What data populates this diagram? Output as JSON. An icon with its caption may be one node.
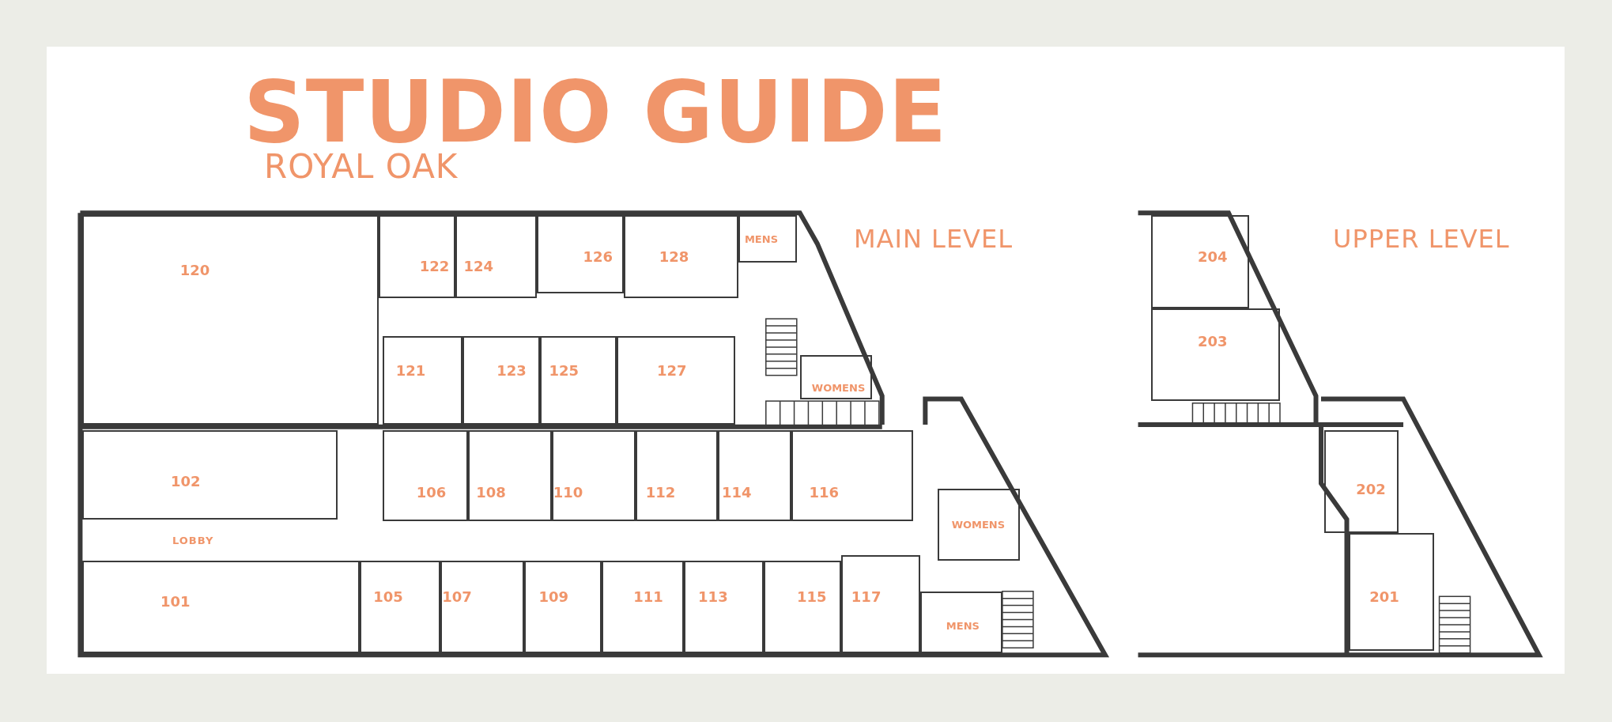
{
  "diagram": {
    "title": "STUDIO GUIDE",
    "nodes": [
      {
        "text": [
          "120"
        ]
      },
      {
        "text": [
          "122"
        ]
      },
      {
        "text": [
          "124"
        ]
      },
      {
        "text": [
          "126"
        ]
      },
      {
        "text": [
          "128"
        ]
      },
      {
        "text": [
          "MENS"
        ]
      },
      {
        "text": [
          "121"
        ]
      },
      {
        "text": [
          "123"
        ]
      },
      {
        "text": [
          "125"
        ]
      },
      {
        "text": [
          "127"
        ]
      },
      {
        "text": [
          "WOMENS"
        ]
      },
      {
        "text": [
          "102"
        ]
      },
      {
        "text": [
          "106"
        ]
      },
      {
        "text": [
          "108"
        ]
      },
      {
        "text": [
          "110"
        ]
      },
      {
        "text": [
          "112"
        ]
      },
      {
        "text": [
          "114"
        ]
      },
      {
        "text": [
          "116"
        ]
      },
      {
        "text": [
          "WOMENS"
        ]
      },
      {
        "text": [
          "101"
        ]
      },
      {
        "text": [
          "105"
        ]
      },
      {
        "text": [
          "107"
        ]
      },
      {
        "text": [
          "109"
        ]
      },
      {
        "text": [
          "111"
        ]
      },
      {
        "text": [
          "113"
        ]
      },
      {
        "text": [
          "115"
        ]
      },
      {
        "text": [
          "117"
        ]
      },
      {
        "text": [
          "MENS"
        ]
      },
      {
        "text": [
          "204"
        ]
      },
      {
        "text": [
          "203"
        ]
      },
      {
        "text": [
          "202"
        ]
      },
      {
        "text": [
          "201"
        ]
      }
    ],
    "labels": [
      "ROYAL OAK",
      "MAIN LEVEL",
      "UPPER LEVEL",
      "LOBBY"
    ]
  }
}
